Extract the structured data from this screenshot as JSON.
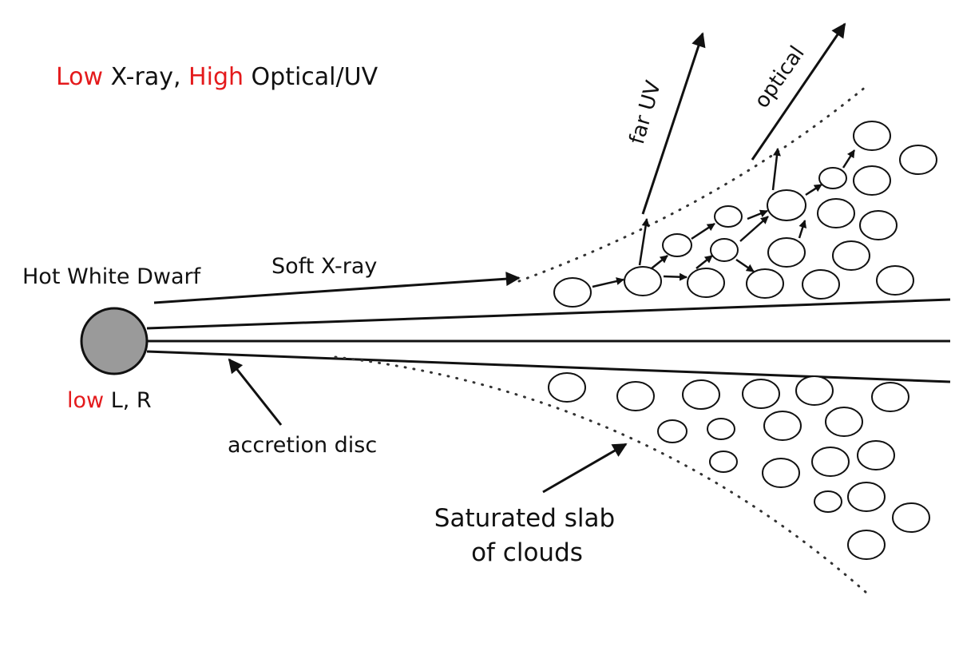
{
  "header": {
    "low_word": "Low",
    "xray_text": " X-ray, ",
    "high_word": "High",
    "optical_uv_text": " Optical/UV"
  },
  "labels": {
    "white_dwarf": "Hot White Dwarf",
    "low_word": "low",
    "lr_text": " L, R",
    "soft_xray": "Soft X-ray",
    "accretion_disc": "accretion disc",
    "far_uv": "far UV",
    "optical": "optical",
    "slab_line1": "Saturated slab",
    "slab_line2": "of clouds"
  },
  "colors": {
    "highlight": "#e41a1c",
    "ink": "#111111",
    "star_fill": "#9a9a9a"
  }
}
